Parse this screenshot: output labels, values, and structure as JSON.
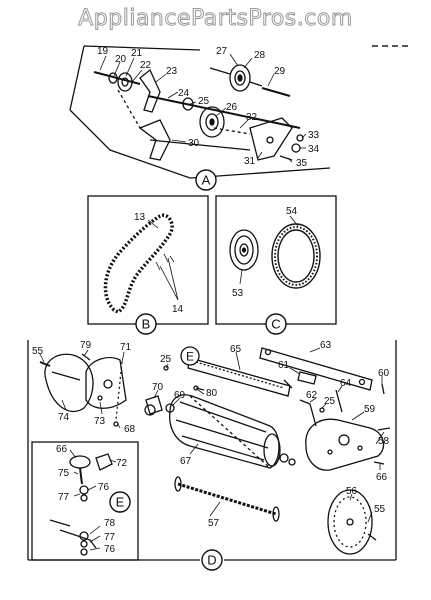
{
  "watermark": "AppliancePartsPros.com",
  "sections": {
    "A": {
      "badge": "A",
      "callouts": [
        "19",
        "20",
        "21",
        "22",
        "23",
        "24",
        "25",
        "26",
        "27",
        "28",
        "29",
        "30",
        "31",
        "32",
        "33",
        "34",
        "35"
      ]
    },
    "B": {
      "badge": "B",
      "callouts": [
        "13",
        "14"
      ]
    },
    "C": {
      "badge": "C",
      "callouts": [
        "53",
        "54"
      ]
    },
    "D": {
      "badge": "D",
      "sub_badge": "E",
      "callouts": [
        "55",
        "79",
        "71",
        "25",
        "65",
        "63",
        "61",
        "74",
        "73",
        "70",
        "80",
        "69",
        "68",
        "64",
        "25",
        "60",
        "62",
        "59",
        "58",
        "66",
        "67",
        "56",
        "55",
        "57"
      ]
    },
    "E_inset": {
      "badge": "E",
      "callouts": [
        "66",
        "72",
        "75",
        "77",
        "76",
        "78",
        "77",
        "76"
      ]
    }
  }
}
